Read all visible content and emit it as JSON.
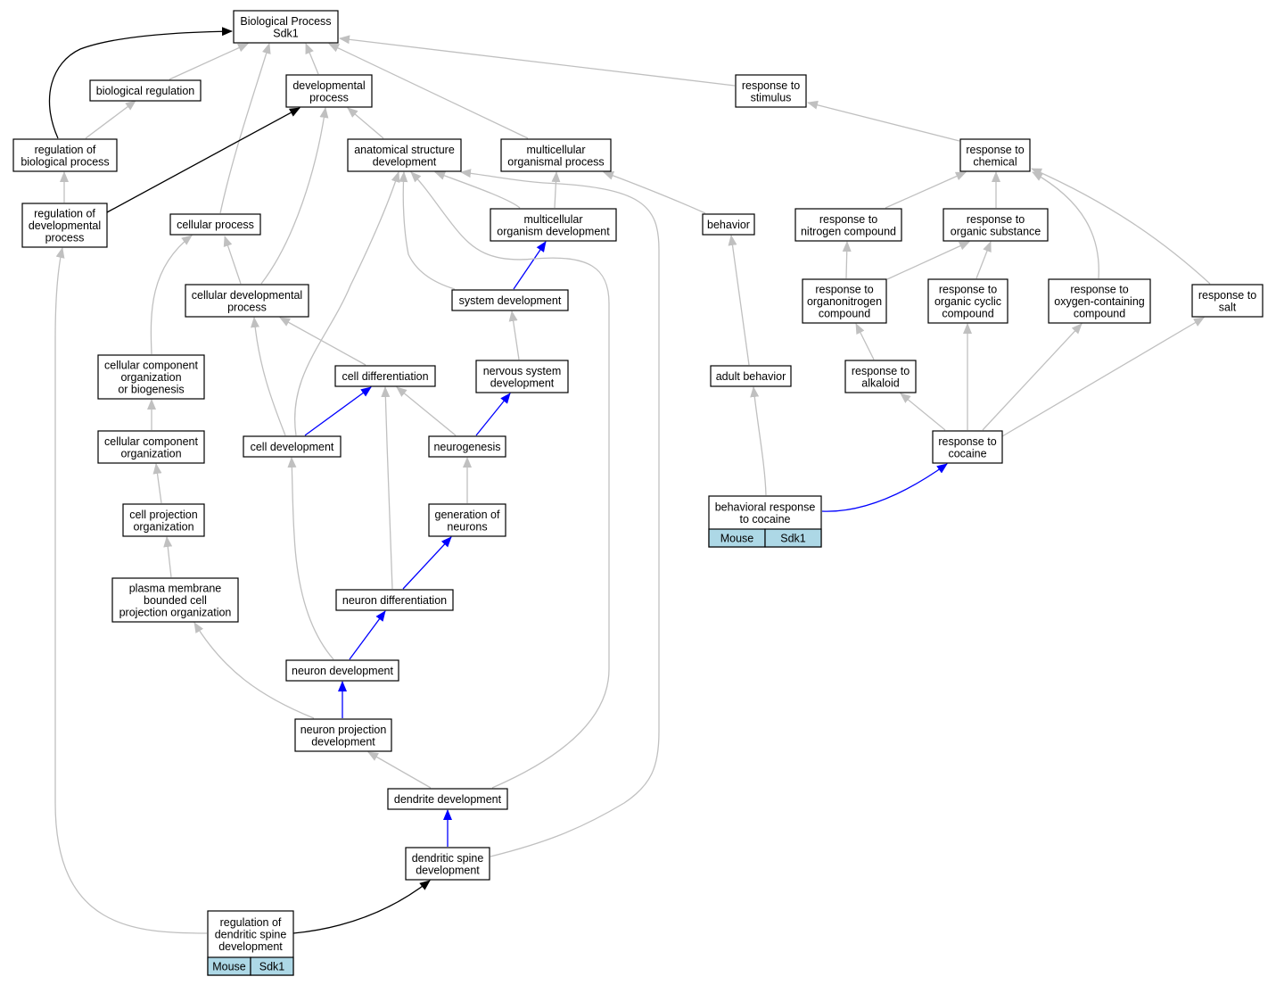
{
  "diagram": {
    "nodes": [
      {
        "id": "bp",
        "lines": [
          "Biological Process",
          "Sdk1"
        ]
      },
      {
        "id": "breg",
        "lines": [
          "biological regulation"
        ]
      },
      {
        "id": "dev",
        "lines": [
          "developmental",
          "process"
        ]
      },
      {
        "id": "stim",
        "lines": [
          "response to",
          "stimulus"
        ]
      },
      {
        "id": "regbp",
        "lines": [
          "regulation of",
          "biological process"
        ]
      },
      {
        "id": "asd",
        "lines": [
          "anatomical structure",
          "development"
        ]
      },
      {
        "id": "mop",
        "lines": [
          "multicellular",
          "organismal process"
        ]
      },
      {
        "id": "chem",
        "lines": [
          "response to",
          "chemical"
        ]
      },
      {
        "id": "regdev",
        "lines": [
          "regulation of",
          "developmental",
          "process"
        ]
      },
      {
        "id": "cellp",
        "lines": [
          "cellular process"
        ]
      },
      {
        "id": "mod",
        "lines": [
          "multicellular",
          "organism development"
        ]
      },
      {
        "id": "beh",
        "lines": [
          "behavior"
        ]
      },
      {
        "id": "nitro",
        "lines": [
          "response to",
          "nitrogen compound"
        ]
      },
      {
        "id": "orgsub",
        "lines": [
          "response to",
          "organic substance"
        ]
      },
      {
        "id": "cdp",
        "lines": [
          "cellular developmental",
          "process"
        ]
      },
      {
        "id": "sysdev",
        "lines": [
          "system development"
        ]
      },
      {
        "id": "orgnit",
        "lines": [
          "response to",
          "organonitrogen",
          "compound"
        ]
      },
      {
        "id": "orgcyc",
        "lines": [
          "response to",
          "organic cyclic",
          "compound"
        ]
      },
      {
        "id": "oxy",
        "lines": [
          "response to",
          "oxygen-containing",
          "compound"
        ]
      },
      {
        "id": "salt",
        "lines": [
          "response to",
          "salt"
        ]
      },
      {
        "id": "ccob",
        "lines": [
          "cellular component",
          "organization",
          "or biogenesis"
        ]
      },
      {
        "id": "celldiff",
        "lines": [
          "cell differentiation"
        ]
      },
      {
        "id": "nsd",
        "lines": [
          "nervous system",
          "development"
        ]
      },
      {
        "id": "adult",
        "lines": [
          "adult behavior"
        ]
      },
      {
        "id": "alk",
        "lines": [
          "response to",
          "alkaloid"
        ]
      },
      {
        "id": "cco",
        "lines": [
          "cellular component",
          "organization"
        ]
      },
      {
        "id": "celldev",
        "lines": [
          "cell development"
        ]
      },
      {
        "id": "neurog",
        "lines": [
          "neurogenesis"
        ]
      },
      {
        "id": "coc",
        "lines": [
          "response to",
          "cocaine"
        ]
      },
      {
        "id": "behcoc",
        "lines": [
          "behavioral response",
          "to cocaine"
        ],
        "cells": [
          "Mouse",
          "Sdk1"
        ]
      },
      {
        "id": "cpo",
        "lines": [
          "cell projection",
          "organization"
        ]
      },
      {
        "id": "genn",
        "lines": [
          "generation of",
          "neurons"
        ]
      },
      {
        "id": "pmb",
        "lines": [
          "plasma membrane",
          "bounded cell",
          "projection organization"
        ]
      },
      {
        "id": "ndiff",
        "lines": [
          "neuron differentiation"
        ]
      },
      {
        "id": "ndev",
        "lines": [
          "neuron development"
        ]
      },
      {
        "id": "npd",
        "lines": [
          "neuron projection",
          "development"
        ]
      },
      {
        "id": "dd",
        "lines": [
          "dendrite development"
        ]
      },
      {
        "id": "dsd",
        "lines": [
          "dendritic spine",
          "development"
        ]
      },
      {
        "id": "regdsd",
        "lines": [
          "regulation of",
          "dendritic spine",
          "development"
        ],
        "cells": [
          "Mouse",
          "Sdk1"
        ]
      }
    ],
    "edge_colors": {
      "gray": "#c0c0c0",
      "blue": "#0000ff",
      "black": "#000000"
    },
    "edges": [
      {
        "from": "breg",
        "to": "bp",
        "color": "gray"
      },
      {
        "from": "dev",
        "to": "bp",
        "color": "gray"
      },
      {
        "from": "stim",
        "to": "bp",
        "color": "gray"
      },
      {
        "from": "cellp",
        "to": "bp",
        "color": "gray"
      },
      {
        "from": "mop",
        "to": "bp",
        "color": "gray"
      },
      {
        "from": "regbp",
        "to": "bp",
        "color": "black"
      },
      {
        "from": "regbp",
        "to": "breg",
        "color": "gray"
      },
      {
        "from": "regdev",
        "to": "regbp",
        "color": "gray"
      },
      {
        "from": "regdev",
        "to": "dev",
        "color": "black"
      },
      {
        "from": "asd",
        "to": "dev",
        "color": "gray"
      },
      {
        "from": "cdp",
        "to": "dev",
        "color": "gray"
      },
      {
        "from": "chem",
        "to": "stim",
        "color": "gray"
      },
      {
        "from": "mod",
        "to": "asd",
        "color": "gray"
      },
      {
        "from": "mod",
        "to": "mop",
        "color": "gray"
      },
      {
        "from": "beh",
        "to": "mop",
        "color": "gray"
      },
      {
        "from": "nitro",
        "to": "chem",
        "color": "gray"
      },
      {
        "from": "orgsub",
        "to": "chem",
        "color": "gray"
      },
      {
        "from": "oxy",
        "to": "chem",
        "color": "gray"
      },
      {
        "from": "salt",
        "to": "chem",
        "color": "gray"
      },
      {
        "from": "cdp",
        "to": "cellp",
        "color": "gray"
      },
      {
        "from": "ccob",
        "to": "cellp",
        "color": "gray"
      },
      {
        "from": "sysdev",
        "to": "mod",
        "color": "blue"
      },
      {
        "from": "sysdev",
        "to": "asd",
        "color": "gray"
      },
      {
        "from": "orgnit",
        "to": "nitro",
        "color": "gray"
      },
      {
        "from": "orgnit",
        "to": "orgsub",
        "color": "gray"
      },
      {
        "from": "orgcyc",
        "to": "orgsub",
        "color": "gray"
      },
      {
        "from": "celldiff",
        "to": "cdp",
        "color": "gray"
      },
      {
        "from": "celldev",
        "to": "cdp",
        "color": "gray"
      },
      {
        "from": "celldev",
        "to": "asd",
        "color": "gray"
      },
      {
        "from": "celldev",
        "to": "celldiff",
        "color": "blue"
      },
      {
        "from": "nsd",
        "to": "sysdev",
        "color": "gray"
      },
      {
        "from": "neurog",
        "to": "nsd",
        "color": "blue"
      },
      {
        "from": "neurog",
        "to": "celldiff",
        "color": "gray"
      },
      {
        "from": "adult",
        "to": "beh",
        "color": "gray"
      },
      {
        "from": "alk",
        "to": "orgnit",
        "color": "gray"
      },
      {
        "from": "coc",
        "to": "alk",
        "color": "gray"
      },
      {
        "from": "coc",
        "to": "orgcyc",
        "color": "gray"
      },
      {
        "from": "coc",
        "to": "oxy",
        "color": "gray"
      },
      {
        "from": "coc",
        "to": "salt",
        "color": "gray"
      },
      {
        "from": "behcoc",
        "to": "coc",
        "color": "blue"
      },
      {
        "from": "behcoc",
        "to": "adult",
        "color": "gray"
      },
      {
        "from": "cco",
        "to": "ccob",
        "color": "gray"
      },
      {
        "from": "cpo",
        "to": "cco",
        "color": "gray"
      },
      {
        "from": "pmb",
        "to": "cpo",
        "color": "gray"
      },
      {
        "from": "genn",
        "to": "neurog",
        "color": "gray"
      },
      {
        "from": "ndiff",
        "to": "genn",
        "color": "blue"
      },
      {
        "from": "ndiff",
        "to": "celldiff",
        "color": "gray"
      },
      {
        "from": "ndev",
        "to": "ndiff",
        "color": "blue"
      },
      {
        "from": "ndev",
        "to": "celldev",
        "color": "gray"
      },
      {
        "from": "npd",
        "to": "ndev",
        "color": "blue"
      },
      {
        "from": "npd",
        "to": "pmb",
        "color": "gray"
      },
      {
        "from": "dd",
        "to": "npd",
        "color": "gray"
      },
      {
        "from": "dd",
        "to": "asd",
        "color": "gray"
      },
      {
        "from": "dsd",
        "to": "dd",
        "color": "blue"
      },
      {
        "from": "dsd",
        "to": "asd",
        "color": "gray"
      },
      {
        "from": "regdsd",
        "to": "dsd",
        "color": "black"
      },
      {
        "from": "regdsd",
        "to": "regdev",
        "color": "gray"
      }
    ]
  }
}
